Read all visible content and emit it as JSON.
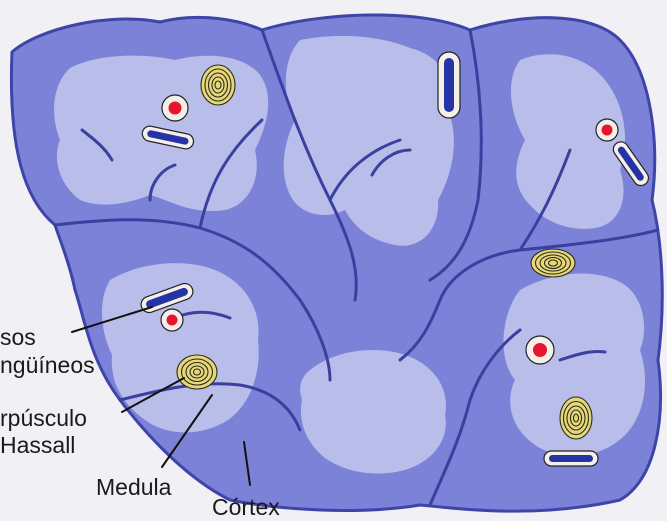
{
  "labels": {
    "vessels_line1": "sos",
    "vessels_line2": "ngüíneos",
    "hassall_line1": "rpúsculo",
    "hassall_line2": "Hassall",
    "medulla": "Medula",
    "cortex": "Córtex"
  },
  "colors": {
    "background": "#f1f0f4",
    "cortex": "#7b82d8",
    "medulla": "#b9bde9",
    "outline": "#3e44a8",
    "septa": "#3a40a0",
    "vessel_red": "#e5162c",
    "vessel_blue": "#2433a6",
    "hassall_fill": "#e6d77a",
    "hassall_ring": "#2b2b1a"
  }
}
